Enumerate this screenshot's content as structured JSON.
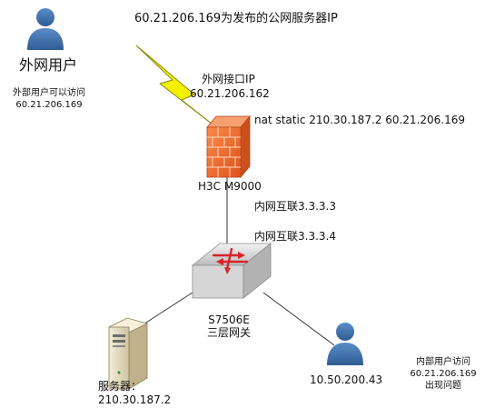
{
  "title": "60.21.206.169为发布的公网服务器IP",
  "external_user": {
    "label": "外网用户",
    "note_line1": "外部用户可以访问",
    "note_line2": "60.21.206.169"
  },
  "wan_interface": {
    "line1": "外网接口IP",
    "line2": "60.21.206.162"
  },
  "nat_rule": "nat static 210.30.187.2 60.21.206.169",
  "firewall": {
    "label": "H3C M9000",
    "icon": "firewall-icon"
  },
  "link_fw": "内网互联3.3.3.3",
  "link_sw": "内网互联3.3.3.4",
  "switch": {
    "line1": "S7506E",
    "line2": "三层网关",
    "icon": "l3-switch-icon"
  },
  "server": {
    "line1": "服务器：",
    "line2": "210.30.187.2",
    "icon": "server-icon"
  },
  "internal_user": {
    "label": "10.50.200.43",
    "note_line1": "内部用户访问",
    "note_line2": "60.21.206.169",
    "note_line3": "出现问题",
    "icon": "user-icon"
  },
  "colors": {
    "user_blue": "#3e6fa8",
    "firewall_orange": "#ef6a2c",
    "lightning_yellow": "#f5f000",
    "switch_gray": "#d9d9d9",
    "arrow_red": "#d8232a"
  }
}
